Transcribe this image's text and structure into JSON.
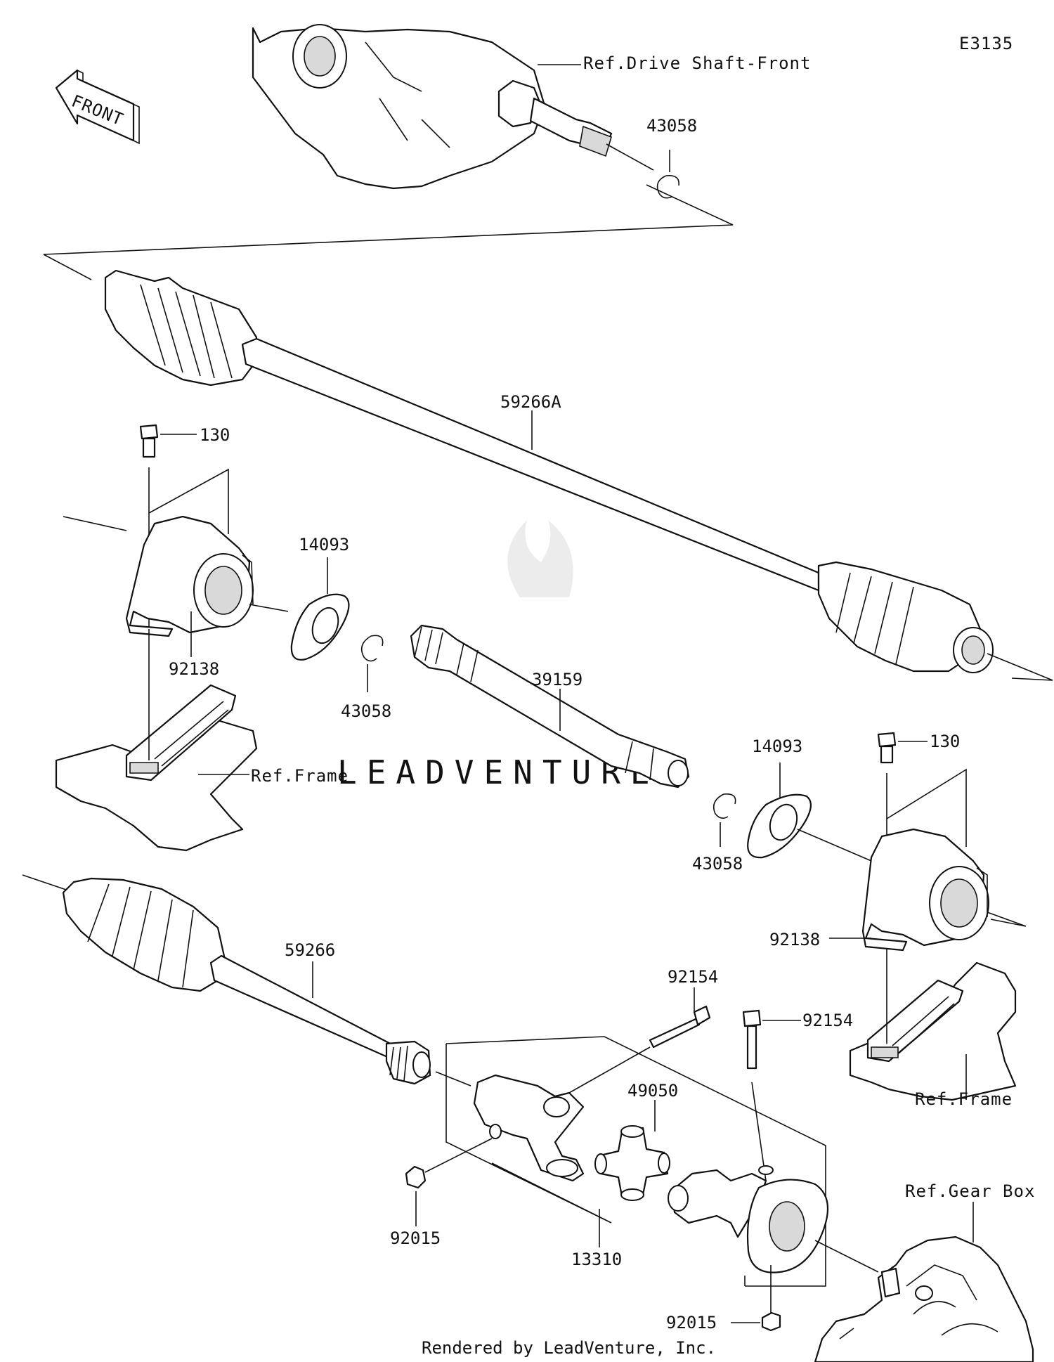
{
  "diagram_code": "E3135",
  "front_arrow_label": "FRONT",
  "watermark": "LEADVENTURE",
  "references": {
    "drive_shaft_front": "Ref.Drive Shaft-Front",
    "frame_left": "Ref.Frame",
    "frame_right": "Ref.Frame",
    "gear_box": "Ref.Gear Box"
  },
  "part_labels": {
    "p43058_top": "43058",
    "p59266A": "59266A",
    "p130_left": "130",
    "p14093_left": "14093",
    "p92138_left": "92138",
    "p43058_mid_left": "43058",
    "p39159": "39159",
    "p14093_right": "14093",
    "p130_right": "130",
    "p43058_mid_right": "43058",
    "p92138_right": "92138",
    "p59266": "59266",
    "p92154_a": "92154",
    "p92154_b": "92154",
    "p49050": "49050",
    "p92015_left": "92015",
    "p13310": "13310",
    "p92015_bottom": "92015"
  },
  "footer": "Rendered by LeadVenture, Inc."
}
